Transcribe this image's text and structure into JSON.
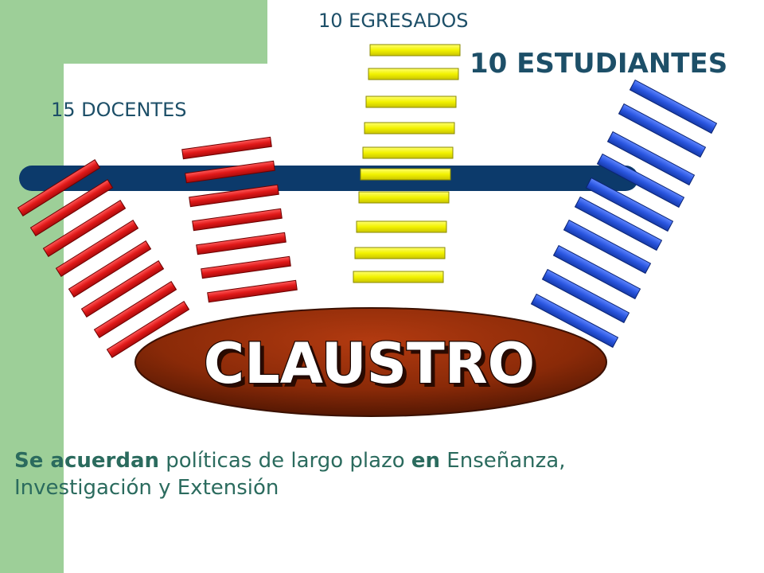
{
  "labels": {
    "egresados": "10 EGRESADOS",
    "estudiantes": "10 ESTUDIANTES",
    "docentes": "15 DOCENTES"
  },
  "center": {
    "title": "CLAUSTRO"
  },
  "caption": {
    "part1": "Se acuerdan",
    "part2": " políticas de largo plazo ",
    "part3": "en",
    "part4": " Enseñanza,",
    "part5": "Investigación y Extensión"
  },
  "colors": {
    "background_green": "#9dcf98",
    "docentes_bar": "#e01818",
    "egresados_bar": "#f2f200",
    "estudiantes_bar": "#2a56e0",
    "navy_band": "#0c3a6b",
    "claustro_oval": "#8a2a08",
    "text_teal": "#1d4f68"
  }
}
